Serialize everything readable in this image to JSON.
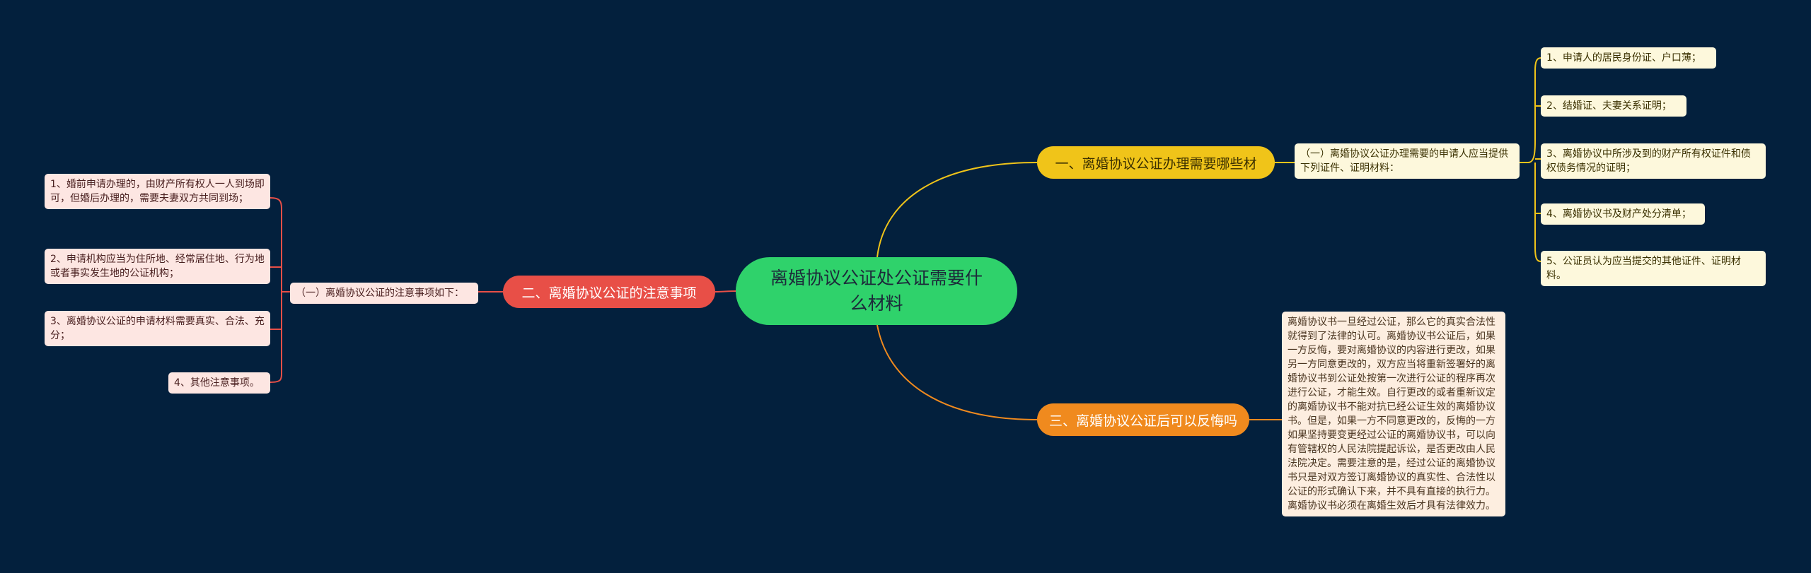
{
  "root": {
    "label": "离婚协议公证处公证需要什么材料"
  },
  "branches": [
    {
      "label": "一、离婚协议公证办理需要哪些材",
      "color": "#f0c419"
    },
    {
      "label": "二、离婚协议公证的注意事项",
      "color": "#e84f47"
    },
    {
      "label": "三、离婚协议公证后可以反悔吗",
      "color": "#f08a1e"
    }
  ],
  "branch1": {
    "sub": "（一）离婚协议公证办理需要的申请人应当提供下列证件、证明材料：",
    "items": [
      "1、申请人的居民身份证、户口薄；",
      "2、结婚证、夫妻关系证明；",
      "3、离婚协议中所涉及到的财产所有权证件和债权债务情况的证明；",
      "4、离婚协议书及财产处分清单；",
      "5、公证员认为应当提交的其他证件、证明材料。"
    ]
  },
  "branch2": {
    "sub": "（一）离婚协议公证的注意事项如下：",
    "items": [
      "1、婚前申请办理的，由财产所有权人一人到场即可，但婚后办理的，需要夫妻双方共同到场；",
      "2、申请机构应当为住所地、经常居住地、行为地或者事实发生地的公证机构；",
      "3、离婚协议公证的申请材料需要真实、合法、充分；",
      "4、其他注意事项。"
    ]
  },
  "branch3": {
    "text": "离婚协议书一旦经过公证，那么它的真实合法性就得到了法律的认可。离婚协议书公证后，如果一方反悔，要对离婚协议的内容进行更改，如果另一方同意更改的，双方应当将重新签署好的离婚协议书到公证处按第一次进行公证的程序再次进行公证，才能生效。自行更改的或者重新议定的离婚协议书不能对抗已经公证生效的离婚协议书。但是，如果一方不同意更改的，反悔的一方如果坚持要变更经过公证的离婚协议书，可以向有管辖权的人民法院提起诉讼，是否更改由人民法院决定。需要注意的是，经过公证的离婚协议书只是对双方签订离婚协议的真实性、合法性以公证的形式确认下来，并不具有直接的执行力。离婚协议书必须在离婚生效后才具有法律效力。"
  }
}
